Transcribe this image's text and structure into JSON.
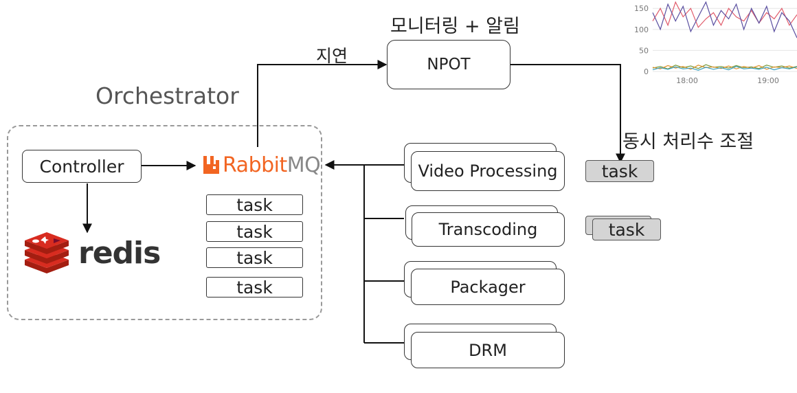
{
  "labels": {
    "orchestrator": "Orchestrator",
    "monitoring": "모니터링 + 알림",
    "delay": "지연",
    "concurrency": "동시 처리수 조절"
  },
  "nodes": {
    "controller": "Controller",
    "npot": "NPOT",
    "video_processing": "Video Processing",
    "transcoding": "Transcoding",
    "packager": "Packager",
    "drm": "DRM"
  },
  "logos": {
    "rabbit_prefix": "Rabbit",
    "rabbit_suffix": "MQ",
    "redis": "redis"
  },
  "queue_tasks": [
    "task",
    "task",
    "task",
    "task"
  ],
  "worker_tasks": [
    "task",
    "task"
  ],
  "colors": {
    "rabbit_orange": "#f26522",
    "rabbit_gray": "#888888",
    "redis_red": "#d82c20",
    "redis_text": "#333333"
  },
  "chart_data": {
    "type": "line",
    "x_ticks": [
      "18:00",
      "19:00"
    ],
    "y_ticks": [
      0,
      50,
      100,
      150
    ],
    "ylim": [
      0,
      170
    ],
    "series": [
      {
        "color": "#e05a6a",
        "values": [
          120,
          150,
          110,
          165,
          130,
          150,
          105,
          125,
          140,
          110,
          150,
          130,
          120,
          145,
          115,
          140,
          125,
          150,
          110,
          135
        ]
      },
      {
        "color": "#5a4fa0",
        "values": [
          140,
          100,
          160,
          120,
          155,
          95,
          130,
          165,
          110,
          145,
          125,
          160,
          100,
          150,
          115,
          155,
          95,
          140,
          120,
          80
        ]
      },
      {
        "color": "#7a9a3a",
        "values": [
          8,
          12,
          6,
          15,
          9,
          13,
          7,
          16,
          10,
          12,
          8,
          14,
          9,
          11,
          7,
          15,
          10,
          13,
          8,
          12
        ]
      },
      {
        "color": "#e0902a",
        "values": [
          10,
          6,
          14,
          8,
          12,
          5,
          15,
          9,
          11,
          7,
          13,
          6,
          12,
          8,
          14,
          5,
          11,
          9,
          13,
          7
        ]
      },
      {
        "color": "#3aa0c0",
        "values": [
          4,
          9,
          5,
          11,
          6,
          8,
          3,
          10,
          5,
          9,
          4,
          12,
          6,
          8,
          5,
          10,
          4,
          9,
          6,
          11
        ]
      }
    ]
  }
}
